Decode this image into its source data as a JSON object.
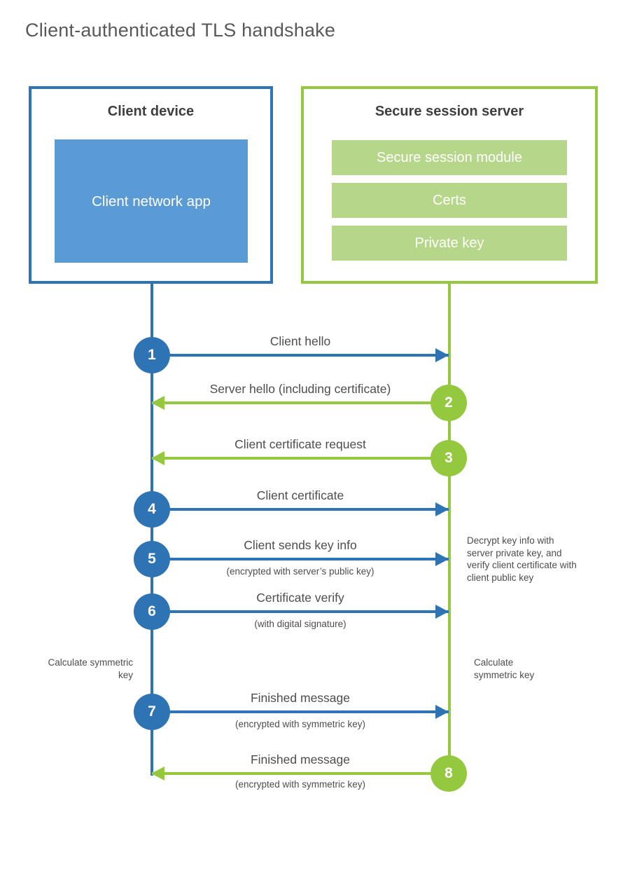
{
  "title": "Client-authenticated TLS handshake",
  "colors": {
    "blue": "#2e74b5",
    "blue_light": "#5b9bd5",
    "green": "#94c83e",
    "green_light": "#b6d78a",
    "text_dark": "#3f3f3f",
    "text_gray": "#4d4d4d"
  },
  "client": {
    "title": "Client device",
    "app_label": "Client network app"
  },
  "server": {
    "title": "Secure session server",
    "modules": [
      {
        "label": "Secure session module"
      },
      {
        "label": "Certs"
      },
      {
        "label": "Private key"
      }
    ]
  },
  "steps": [
    {
      "num": "1",
      "label": "Client hello",
      "sub": "",
      "from": "client",
      "to": "server",
      "color": "#2e74b5"
    },
    {
      "num": "2",
      "label": "Server hello (including certificate)",
      "sub": "",
      "from": "server",
      "to": "client",
      "color": "#94c83e"
    },
    {
      "num": "3",
      "label": "Client certificate request",
      "sub": "",
      "from": "server",
      "to": "client",
      "color": "#94c83e"
    },
    {
      "num": "4",
      "label": "Client certificate",
      "sub": "",
      "from": "client",
      "to": "server",
      "color": "#2e74b5"
    },
    {
      "num": "5",
      "label": "Client sends key info",
      "sub": "(encrypted with server’s public key)",
      "from": "client",
      "to": "server",
      "color": "#2e74b5"
    },
    {
      "num": "6",
      "label": "Certificate verify",
      "sub": "(with digital signature)",
      "from": "client",
      "to": "server",
      "color": "#2e74b5"
    },
    {
      "num": "7",
      "label": "Finished message",
      "sub": "(encrypted with symmetric key)",
      "from": "client",
      "to": "server",
      "color": "#2e74b5"
    },
    {
      "num": "8",
      "label": "Finished message",
      "sub": "(encrypted with symmetric key)",
      "from": "server",
      "to": "client",
      "color": "#94c83e"
    }
  ],
  "notes": {
    "decrypt": "Decrypt key info with server private key, and verify client certificate with client public key",
    "calc_left": "Calculate symmetric key",
    "calc_right": "Calculate symmetric key"
  }
}
